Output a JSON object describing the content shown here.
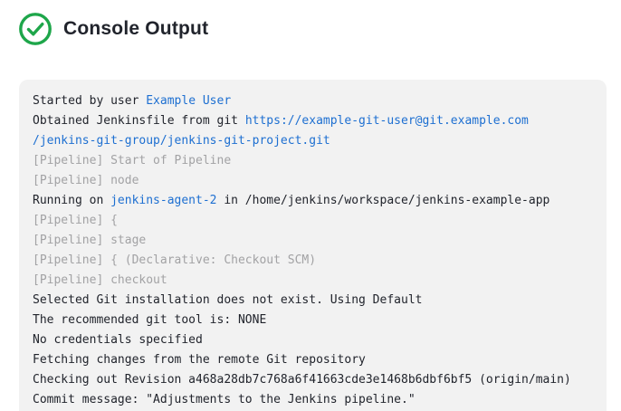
{
  "header": {
    "title": "Console Output",
    "status_icon": "success-check-circle"
  },
  "colors": {
    "success_green": "#1ea64a",
    "link_blue": "#1d6fd1",
    "muted_gray": "#a2a2a4",
    "console_bg": "#f2f2f2",
    "text_dark": "#21242c"
  },
  "console": {
    "lines": [
      {
        "segments": [
          {
            "text": "Started by user ",
            "style": "plain"
          },
          {
            "text": "Example User",
            "style": "link",
            "name": "user-link"
          }
        ]
      },
      {
        "segments": [
          {
            "text": "Obtained Jenkinsfile from git ",
            "style": "plain"
          },
          {
            "text": "https://example-git-user@git.example.com",
            "style": "link",
            "name": "repo-url-link"
          }
        ]
      },
      {
        "segments": [
          {
            "text": "/jenkins-git-group/jenkins-git-project.git",
            "style": "link",
            "name": "repo-url-link"
          }
        ]
      },
      {
        "segments": [
          {
            "text": "[Pipeline] Start of Pipeline",
            "style": "muted"
          }
        ]
      },
      {
        "segments": [
          {
            "text": "[Pipeline] node",
            "style": "muted"
          }
        ]
      },
      {
        "segments": [
          {
            "text": "Running on ",
            "style": "plain"
          },
          {
            "text": "jenkins-agent-2",
            "style": "link",
            "name": "agent-link"
          },
          {
            "text": " in /home/jenkins/workspace/jenkins-example-app",
            "style": "plain"
          }
        ]
      },
      {
        "segments": [
          {
            "text": "[Pipeline] {",
            "style": "muted"
          }
        ]
      },
      {
        "segments": [
          {
            "text": "[Pipeline] stage",
            "style": "muted"
          }
        ]
      },
      {
        "segments": [
          {
            "text": "[Pipeline] { (Declarative: Checkout SCM)",
            "style": "muted"
          }
        ]
      },
      {
        "segments": [
          {
            "text": "[Pipeline] checkout",
            "style": "muted"
          }
        ]
      },
      {
        "segments": [
          {
            "text": "Selected Git installation does not exist. Using Default",
            "style": "plain"
          }
        ]
      },
      {
        "segments": [
          {
            "text": "The recommended git tool is: NONE",
            "style": "plain"
          }
        ]
      },
      {
        "segments": [
          {
            "text": "No credentials specified",
            "style": "plain"
          }
        ]
      },
      {
        "segments": [
          {
            "text": "Fetching changes from the remote Git repository",
            "style": "plain"
          }
        ]
      },
      {
        "segments": [
          {
            "text": "Checking out Revision a468a28db7c768a6f41663cde3e1468b6dbf6bf5 (origin/main)",
            "style": "plain"
          }
        ]
      },
      {
        "segments": [
          {
            "text": "Commit message: \"Adjustments to the Jenkins pipeline.\"",
            "style": "plain"
          }
        ]
      }
    ]
  }
}
